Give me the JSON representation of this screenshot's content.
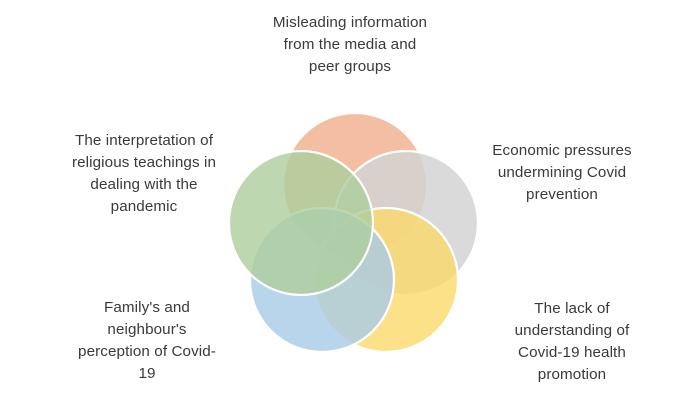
{
  "diagram": {
    "type": "venn",
    "title": "",
    "background_color": "#FFFFFF",
    "stroke_color": "#FFFFFF",
    "text_color": "#3A3A3A",
    "sets": [
      {
        "id": "misleading-information",
        "label": "Misleading information\nfrom the media and\npeer groups",
        "color": "#F0AC87",
        "position": "top"
      },
      {
        "id": "economic-pressures",
        "label": "Economic pressures\nundermining Covid\nprevention",
        "color": "#D4D4D4",
        "position": "right"
      },
      {
        "id": "health-promotion-gap",
        "label": "The lack of\nunderstanding of\nCovid-19 health\npromotion",
        "color": "#FBD96B",
        "position": "bottom-right"
      },
      {
        "id": "family-neighbour-perception",
        "label": "Family's and\nneighbour's\nperception of Covid-\n19",
        "color": "#A8CAE6",
        "position": "bottom-left"
      },
      {
        "id": "religious-interpretation",
        "label": "The interpretation of\nreligious teachings in\ndealing with the\npandemic",
        "color": "#ADCE9E",
        "position": "left"
      }
    ]
  }
}
